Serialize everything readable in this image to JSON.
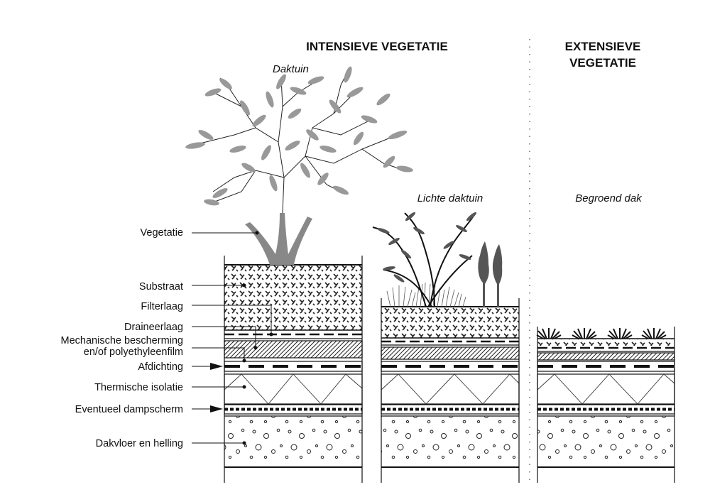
{
  "headings": {
    "intensive": "INTENSIEVE VEGETATIE",
    "extensive_line1": "EXTENSIEVE",
    "extensive_line2": "VEGETATIE"
  },
  "subtitles": {
    "daktuin": "Daktuin",
    "lichte_daktuin": "Lichte daktuin",
    "begroend_dak": "Begroend dak"
  },
  "layer_labels": {
    "vegetatie": "Vegetatie",
    "substraat": "Substraat",
    "filterlaag": "Filterlaag",
    "draineerlaag": "Draineerlaag",
    "mechanische_1": "Mechanische bescherming",
    "mechanische_2": "en/of polyethyleenfilm",
    "afdichting": "Afdichting",
    "thermische": "Thermische isolatie",
    "dampscherm": "Eventueel dampscherm",
    "dakvloer": "Dakvloer en helling"
  }
}
